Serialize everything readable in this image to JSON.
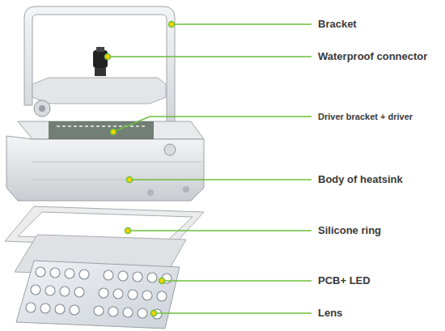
{
  "diagram": {
    "labels": [
      "Bracket",
      "Waterproof connector",
      "Driver bracket + driver",
      "Body of heatsink",
      "Silicone ring",
      "PCB+ LED",
      "Lens"
    ]
  }
}
